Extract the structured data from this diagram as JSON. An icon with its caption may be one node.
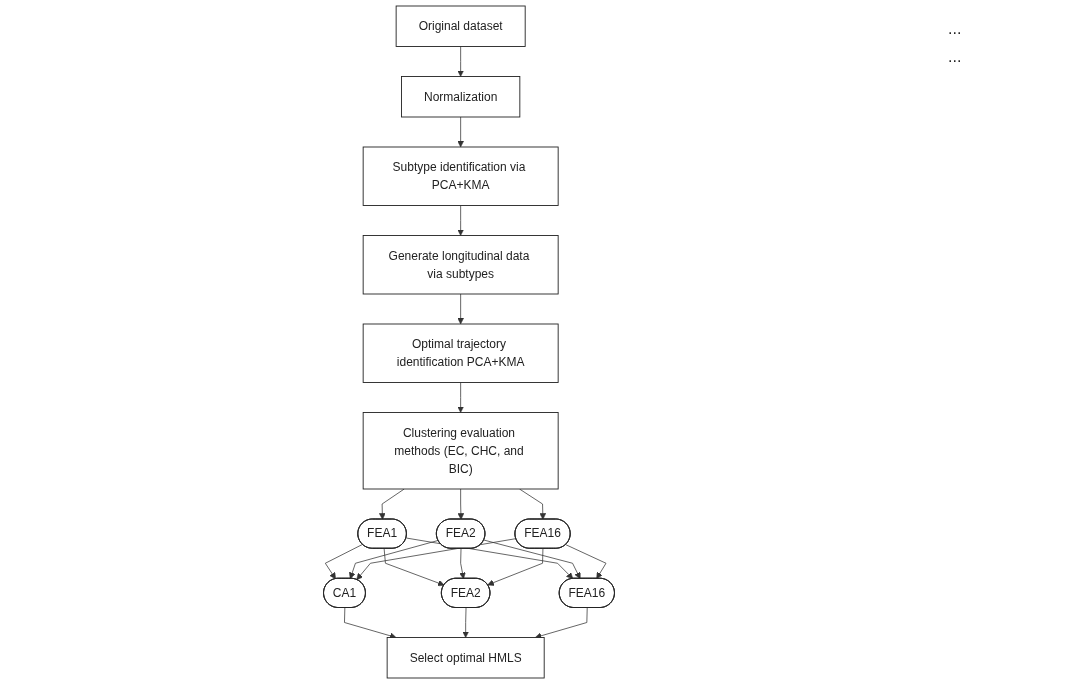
{
  "diagram": {
    "nodes": [
      {
        "text": [
          "Original dataset"
        ]
      },
      {
        "text": [
          "Normalization"
        ]
      },
      {
        "text": [
          "Subtype identification via PCA+KMA"
        ]
      },
      {
        "text": [
          "Generate longitudinal data via subtypes"
        ]
      },
      {
        "text": [
          "Optimal trajectory identification PCA+KMA"
        ]
      },
      {
        "text": [
          "Clustering evaluation methods (EC, CHC, and BIC)"
        ]
      },
      {
        "text": [
          "FEA1"
        ]
      },
      {
        "text": [
          "FEA2"
        ]
      },
      {
        "text": [
          "FEA16"
        ]
      },
      {
        "text": [
          "CA1"
        ]
      },
      {
        "text": [
          "FEA2"
        ]
      },
      {
        "text": [
          "FEA16"
        ]
      },
      {
        "text": [
          "Select optimal HMLS"
        ]
      }
    ],
    "edges": [
      {
        "from": 0,
        "to": 1,
        "arrow": "to"
      },
      {
        "from": 1,
        "to": 2,
        "arrow": "to"
      },
      {
        "from": 2,
        "to": 3,
        "arrow": "to"
      },
      {
        "from": 3,
        "to": 4,
        "arrow": "to"
      },
      {
        "from": 4,
        "to": 5,
        "arrow": "to"
      },
      {
        "from": 5,
        "to": 6,
        "arrow": "to"
      },
      {
        "from": 5,
        "to": 7,
        "arrow": "to"
      },
      {
        "from": 5,
        "to": 8,
        "arrow": "to"
      },
      {
        "from": 6,
        "to": 9,
        "arrow": "to"
      },
      {
        "from": 6,
        "to": 10,
        "arrow": "to"
      },
      {
        "from": 6,
        "to": 11,
        "arrow": "to"
      },
      {
        "from": 7,
        "to": 9,
        "arrow": "to"
      },
      {
        "from": 7,
        "to": 10,
        "arrow": "to"
      },
      {
        "from": 7,
        "to": 11,
        "arrow": "to"
      },
      {
        "from": 8,
        "to": 9,
        "arrow": "to"
      },
      {
        "from": 8,
        "to": 10,
        "arrow": "to"
      },
      {
        "from": 8,
        "to": 11,
        "arrow": "to"
      },
      {
        "from": 9,
        "to": 12,
        "arrow": "to"
      },
      {
        "from": 10,
        "to": 12,
        "arrow": "to"
      },
      {
        "from": 11,
        "to": 12,
        "arrow": "to"
      }
    ],
    "labels": [
      "...",
      "..."
    ]
  }
}
